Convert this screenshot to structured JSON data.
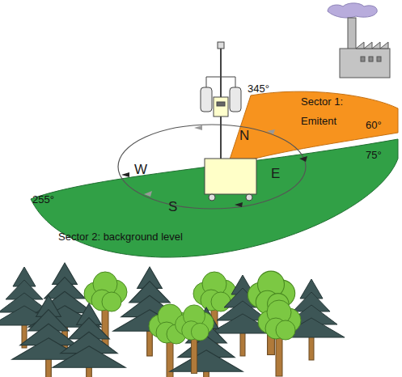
{
  "diagram": {
    "nodes": [
      {
        "text": [
          "Sector 1: Emitent"
        ]
      },
      {
        "text": [
          "Sector 2: background level"
        ]
      }
    ],
    "labels": [
      "345°",
      "60°",
      "75°",
      "255°",
      "N",
      "W",
      "E",
      "S"
    ]
  }
}
